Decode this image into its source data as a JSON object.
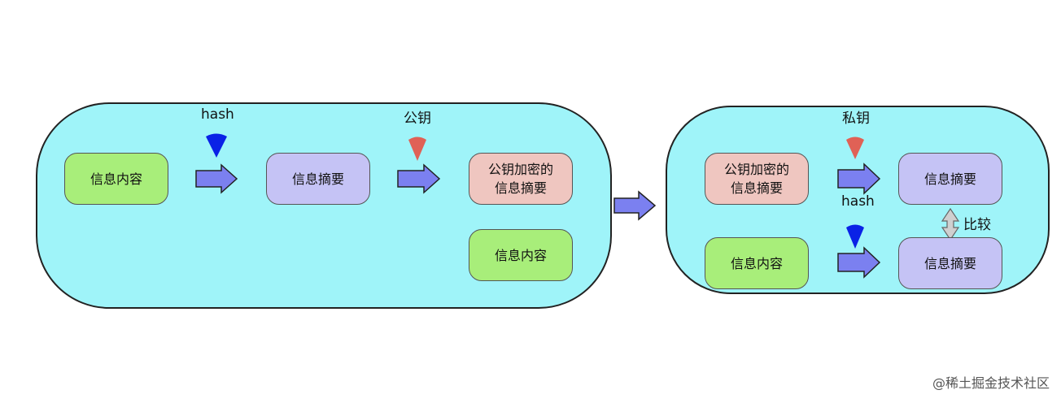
{
  "left": {
    "label_hash": "hash",
    "label_pubkey": "公钥",
    "box_content": "信息内容",
    "box_digest": "信息摘要",
    "box_encrypted": [
      "公钥加密的",
      "信息摘要"
    ],
    "box_content2": "信息内容"
  },
  "right": {
    "label_privkey": "私钥",
    "label_hash": "hash",
    "label_compare": "比较",
    "box_encrypted": [
      "公钥加密的",
      "信息摘要"
    ],
    "box_digest_top": "信息摘要",
    "box_content": "信息内容",
    "box_digest_bottom": "信息摘要"
  },
  "watermark": "@稀土掘金技术社区",
  "colors": {
    "panel": "#9ff4f9",
    "arrow_fill": "#7b80f0",
    "hash_icon": "#0a22e6",
    "key_icon": "#e06156"
  }
}
